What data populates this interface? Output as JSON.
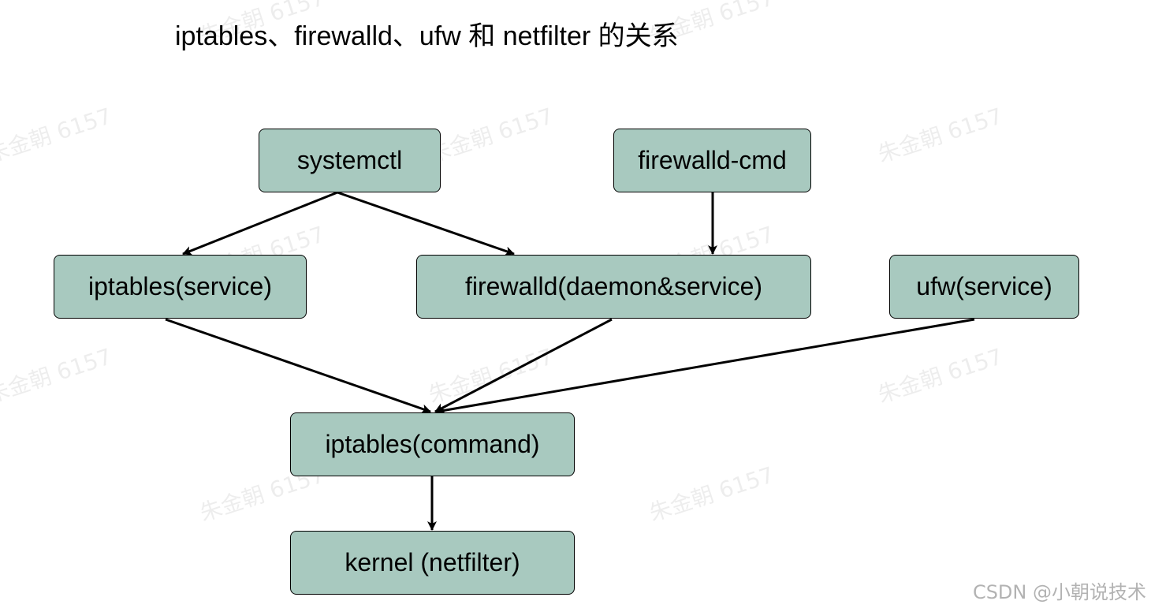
{
  "title": "iptables、firewalld、ufw 和 netfilter 的关系",
  "watermark": "朱金朝 6157",
  "credit": "CSDN @小朝说技术",
  "nodes": {
    "systemctl": "systemctl",
    "firewalld_cmd": "firewalld-cmd",
    "iptables_service": "iptables(service)",
    "firewalld_daemon": "firewalld(daemon&service)",
    "ufw_service": "ufw(service)",
    "iptables_command": "iptables(command)",
    "kernel": "kernel (netfilter)"
  },
  "colors": {
    "node_fill": "#a8c9bf",
    "stroke": "#000000"
  }
}
